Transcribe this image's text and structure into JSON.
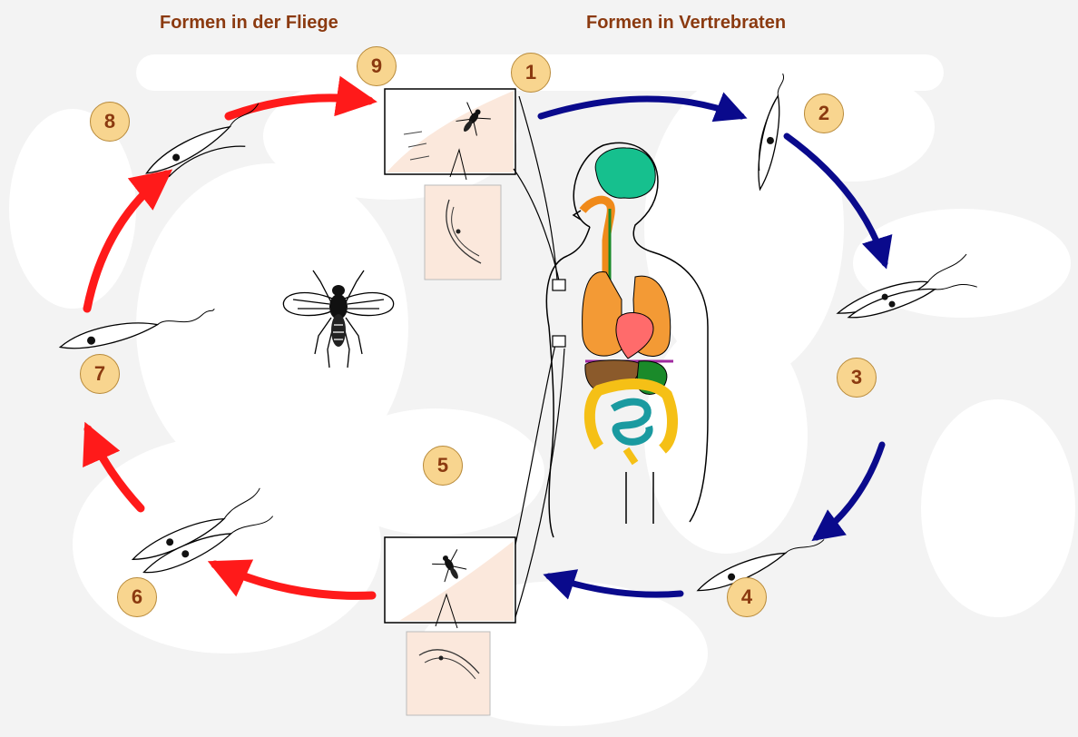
{
  "titles": {
    "left": "Formen in der Fliege",
    "right": "Formen in Vertrebraten"
  },
  "stages": [
    "1",
    "2",
    "3",
    "4",
    "5",
    "6",
    "7",
    "8",
    "9"
  ],
  "colors": {
    "fly_cycle": "#ff1a1a",
    "vertebrate_cycle": "#0a0a8c",
    "title": "#8b3a10",
    "badge_fill": "#f8d58f",
    "inset_bg": "#fbe8dc"
  }
}
